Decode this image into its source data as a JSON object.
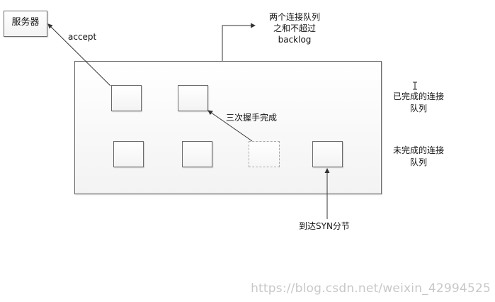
{
  "labels": {
    "server": "服务器",
    "accept": "accept",
    "total_limit_line1": "两个连接队列",
    "total_limit_line2": "之和不超过",
    "total_limit_line3": "backlog",
    "completed_queue_line1": "已完成的连接",
    "completed_queue_line2": "队列",
    "handshake_done": "三次握手完成",
    "incomplete_queue_line1": "未完成的连接",
    "incomplete_queue_line2": "队列",
    "syn_arrival": "到达SYN分节"
  },
  "watermark": "https://blog.csdn.net/weixin_42994525",
  "colors": {
    "line": "#333333",
    "box_border": "#6a6a6a",
    "dashed_border": "#a9a9a9",
    "watermark": "#c8c8c8"
  }
}
